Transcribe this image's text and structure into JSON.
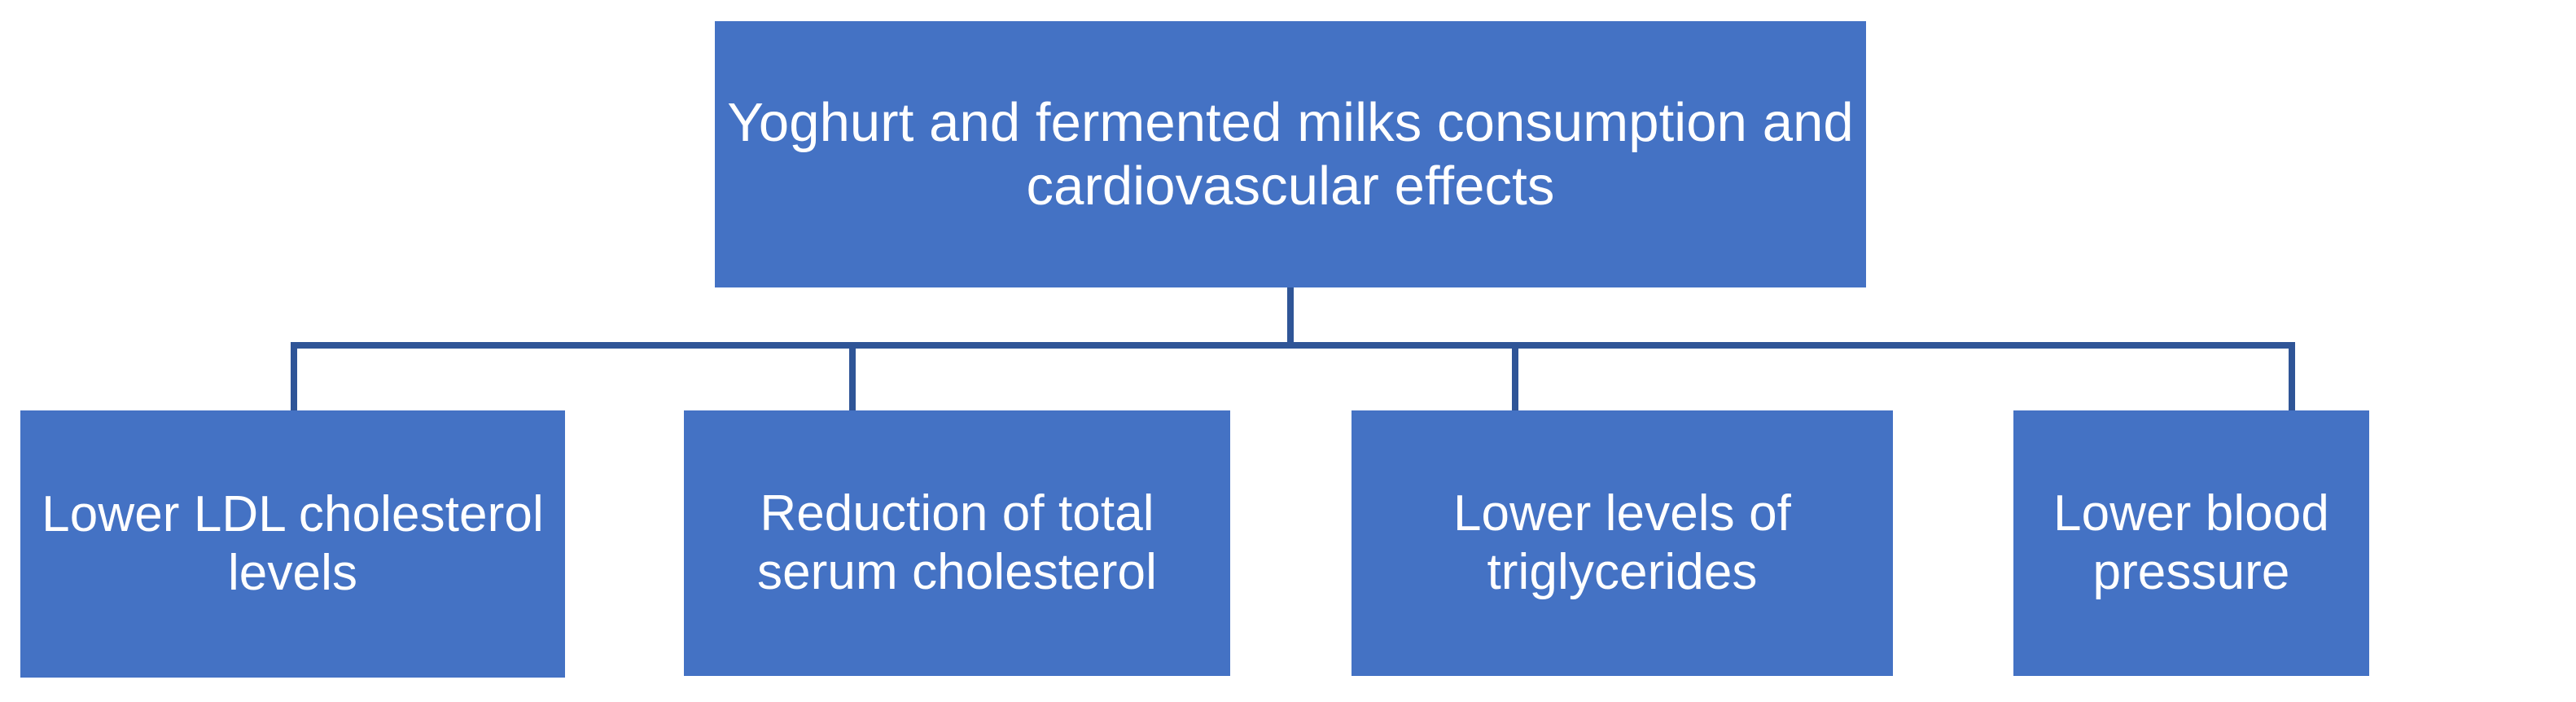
{
  "diagram": {
    "type": "hierarchy-tree",
    "title": "Yoghurt and fermented milks consumption and cardiovascular effects",
    "colors": {
      "node_fill": "#4472C4",
      "node_text": "#FFFFFF",
      "connector_line": "#2F5597",
      "background": "#FFFFFF"
    },
    "root": {
      "label": "Yoghurt and fermented milks consumption and cardiovascular effects"
    },
    "children": [
      {
        "label": "Lower LDL cholesterol levels"
      },
      {
        "label": "Reduction of total serum cholesterol"
      },
      {
        "label": "Lower levels of triglycerides"
      },
      {
        "label": "Lower blood pressure"
      }
    ]
  }
}
